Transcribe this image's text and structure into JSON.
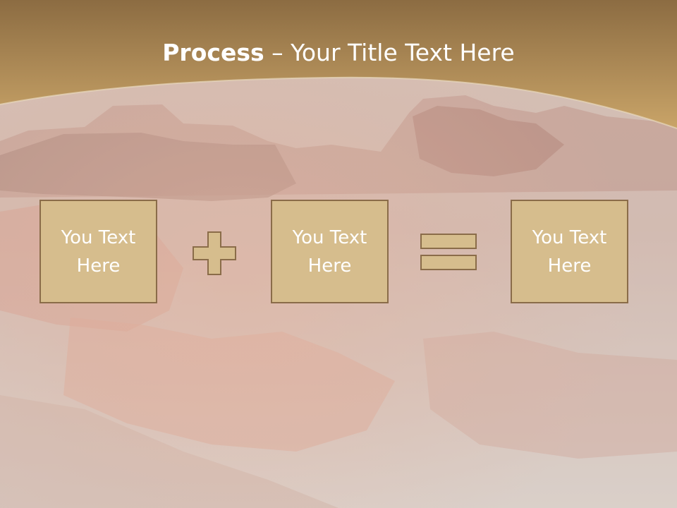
{
  "slide": {
    "title_bold": "Process",
    "title_rest": " – Your Title Text Here",
    "boxes": [
      {
        "line1": "You Text",
        "line2": "Here"
      },
      {
        "line1": "You Text",
        "line2": "Here"
      },
      {
        "line1": "You Text",
        "line2": "Here"
      }
    ],
    "operators": [
      "plus-icon",
      "equals-icon"
    ]
  },
  "colors": {
    "header_band": "#b89258",
    "box_fill": "#d6bd8d",
    "box_border": "#8a6c49",
    "symbol_fill": "#d6bd8d",
    "title_text": "#ffffff"
  }
}
